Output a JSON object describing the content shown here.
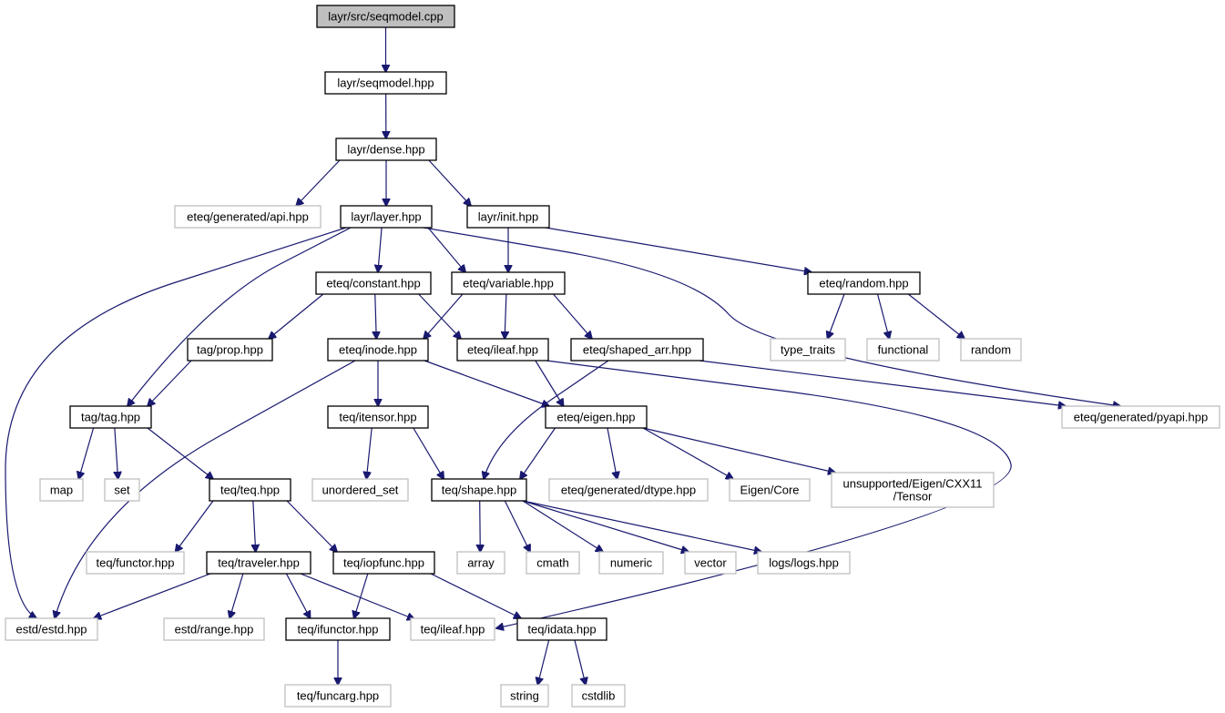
{
  "graph": {
    "edge_color": "#191970",
    "documented_border": "#000000",
    "external_border": "#bfbfbf",
    "root_fill": "#bfbfbf",
    "nodes": [
      {
        "id": "root",
        "kind": "root",
        "lines": [
          "layr/src/seqmodel.cpp"
        ]
      },
      {
        "id": "seqmodel",
        "kind": "documented",
        "lines": [
          "layr/seqmodel.hpp"
        ]
      },
      {
        "id": "dense",
        "kind": "documented",
        "lines": [
          "layr/dense.hpp"
        ]
      },
      {
        "id": "api",
        "kind": "external",
        "lines": [
          "eteq/generated/api.hpp"
        ]
      },
      {
        "id": "layer",
        "kind": "documented",
        "lines": [
          "layr/layer.hpp"
        ]
      },
      {
        "id": "init",
        "kind": "documented",
        "lines": [
          "layr/init.hpp"
        ]
      },
      {
        "id": "constant",
        "kind": "documented",
        "lines": [
          "eteq/constant.hpp"
        ]
      },
      {
        "id": "variable",
        "kind": "documented",
        "lines": [
          "eteq/variable.hpp"
        ]
      },
      {
        "id": "random_hpp",
        "kind": "documented",
        "lines": [
          "eteq/random.hpp"
        ]
      },
      {
        "id": "type_traits",
        "kind": "external",
        "lines": [
          "type_traits"
        ]
      },
      {
        "id": "functional",
        "kind": "external",
        "lines": [
          "functional"
        ]
      },
      {
        "id": "random",
        "kind": "external",
        "lines": [
          "random"
        ]
      },
      {
        "id": "prop",
        "kind": "documented",
        "lines": [
          "tag/prop.hpp"
        ]
      },
      {
        "id": "inode",
        "kind": "documented",
        "lines": [
          "eteq/inode.hpp"
        ]
      },
      {
        "id": "eileaf",
        "kind": "documented",
        "lines": [
          "eteq/ileaf.hpp"
        ]
      },
      {
        "id": "shaped_arr",
        "kind": "documented",
        "lines": [
          "eteq/shaped_arr.hpp"
        ]
      },
      {
        "id": "pyapi",
        "kind": "external",
        "lines": [
          "eteq/generated/pyapi.hpp"
        ]
      },
      {
        "id": "tag",
        "kind": "documented",
        "lines": [
          "tag/tag.hpp"
        ]
      },
      {
        "id": "itensor",
        "kind": "documented",
        "lines": [
          "teq/itensor.hpp"
        ]
      },
      {
        "id": "eigen",
        "kind": "documented",
        "lines": [
          "eteq/eigen.hpp"
        ]
      },
      {
        "id": "map",
        "kind": "external",
        "lines": [
          "map"
        ]
      },
      {
        "id": "set",
        "kind": "external",
        "lines": [
          "set"
        ]
      },
      {
        "id": "teq",
        "kind": "documented",
        "lines": [
          "teq/teq.hpp"
        ]
      },
      {
        "id": "unordered_set",
        "kind": "external",
        "lines": [
          "unordered_set"
        ]
      },
      {
        "id": "shape",
        "kind": "documented",
        "lines": [
          "teq/shape.hpp"
        ]
      },
      {
        "id": "dtype",
        "kind": "external",
        "lines": [
          "eteq/generated/dtype.hpp"
        ]
      },
      {
        "id": "eigencore",
        "kind": "external",
        "lines": [
          "Eigen/Core"
        ]
      },
      {
        "id": "tensor",
        "kind": "external",
        "lines": [
          "unsupported/Eigen/CXX11",
          "/Tensor"
        ]
      },
      {
        "id": "functor",
        "kind": "external",
        "lines": [
          "teq/functor.hpp"
        ]
      },
      {
        "id": "traveler",
        "kind": "documented",
        "lines": [
          "teq/traveler.hpp"
        ]
      },
      {
        "id": "iopfunc",
        "kind": "documented",
        "lines": [
          "teq/iopfunc.hpp"
        ]
      },
      {
        "id": "array",
        "kind": "external",
        "lines": [
          "array"
        ]
      },
      {
        "id": "cmath",
        "kind": "external",
        "lines": [
          "cmath"
        ]
      },
      {
        "id": "numeric",
        "kind": "external",
        "lines": [
          "numeric"
        ]
      },
      {
        "id": "vector",
        "kind": "external",
        "lines": [
          "vector"
        ]
      },
      {
        "id": "logs",
        "kind": "external",
        "lines": [
          "logs/logs.hpp"
        ]
      },
      {
        "id": "estd",
        "kind": "external",
        "lines": [
          "estd/estd.hpp"
        ]
      },
      {
        "id": "range",
        "kind": "external",
        "lines": [
          "estd/range.hpp"
        ]
      },
      {
        "id": "ifunctor",
        "kind": "documented",
        "lines": [
          "teq/ifunctor.hpp"
        ]
      },
      {
        "id": "tileaf",
        "kind": "external",
        "lines": [
          "teq/ileaf.hpp"
        ]
      },
      {
        "id": "idata",
        "kind": "documented",
        "lines": [
          "teq/idata.hpp"
        ]
      },
      {
        "id": "funcarg",
        "kind": "external",
        "lines": [
          "teq/funcarg.hpp"
        ]
      },
      {
        "id": "string",
        "kind": "external",
        "lines": [
          "string"
        ]
      },
      {
        "id": "cstdlib",
        "kind": "external",
        "lines": [
          "cstdlib"
        ]
      }
    ],
    "edges": [
      [
        "root",
        "seqmodel"
      ],
      [
        "seqmodel",
        "dense"
      ],
      [
        "dense",
        "api"
      ],
      [
        "dense",
        "layer"
      ],
      [
        "dense",
        "init"
      ],
      [
        "layer",
        "estd"
      ],
      [
        "layer",
        "tag"
      ],
      [
        "layer",
        "constant"
      ],
      [
        "layer",
        "variable"
      ],
      [
        "layer",
        "pyapi"
      ],
      [
        "init",
        "variable"
      ],
      [
        "init",
        "random_hpp"
      ],
      [
        "random_hpp",
        "type_traits"
      ],
      [
        "random_hpp",
        "functional"
      ],
      [
        "random_hpp",
        "random"
      ],
      [
        "constant",
        "prop"
      ],
      [
        "constant",
        "inode"
      ],
      [
        "constant",
        "eileaf"
      ],
      [
        "variable",
        "inode"
      ],
      [
        "variable",
        "eileaf"
      ],
      [
        "variable",
        "shaped_arr"
      ],
      [
        "prop",
        "tag"
      ],
      [
        "tag",
        "map"
      ],
      [
        "tag",
        "set"
      ],
      [
        "tag",
        "teq"
      ],
      [
        "inode",
        "estd"
      ],
      [
        "inode",
        "itensor"
      ],
      [
        "inode",
        "eigen"
      ],
      [
        "eileaf",
        "eigen"
      ],
      [
        "eileaf",
        "tileaf"
      ],
      [
        "shaped_arr",
        "shape"
      ],
      [
        "shaped_arr",
        "pyapi"
      ],
      [
        "itensor",
        "unordered_set"
      ],
      [
        "itensor",
        "shape"
      ],
      [
        "eigen",
        "shape"
      ],
      [
        "eigen",
        "dtype"
      ],
      [
        "eigen",
        "eigencore"
      ],
      [
        "eigen",
        "tensor"
      ],
      [
        "teq",
        "functor"
      ],
      [
        "teq",
        "traveler"
      ],
      [
        "teq",
        "iopfunc"
      ],
      [
        "shape",
        "array"
      ],
      [
        "shape",
        "cmath"
      ],
      [
        "shape",
        "numeric"
      ],
      [
        "shape",
        "vector"
      ],
      [
        "shape",
        "logs"
      ],
      [
        "traveler",
        "estd"
      ],
      [
        "traveler",
        "range"
      ],
      [
        "traveler",
        "ifunctor"
      ],
      [
        "traveler",
        "tileaf"
      ],
      [
        "iopfunc",
        "ifunctor"
      ],
      [
        "iopfunc",
        "idata"
      ],
      [
        "ifunctor",
        "funcarg"
      ],
      [
        "idata",
        "string"
      ],
      [
        "idata",
        "cstdlib"
      ]
    ]
  }
}
